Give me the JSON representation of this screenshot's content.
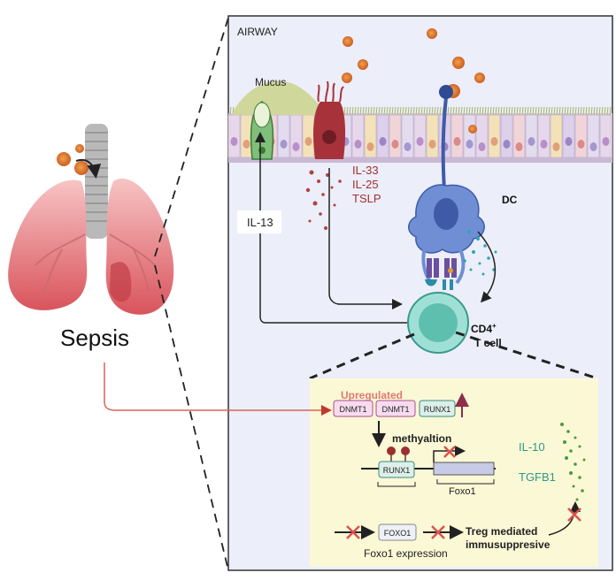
{
  "panel": {
    "airway_label": "AIRWAY"
  },
  "airway": {
    "mucus_label": "Mucus",
    "cytokines": [
      "IL-33",
      "IL-25",
      "TSLP"
    ],
    "il13_label": "IL-13",
    "dc_label": "DC",
    "cd4_label": "CD4",
    "cd4_superscript": "+",
    "tcell_label": "T cell"
  },
  "left": {
    "sepsis_label": "Sepsis"
  },
  "inset": {
    "upregulated_label": "Upregulated",
    "boxes": [
      "DNMT1",
      "DNMT1",
      "RUNX1"
    ],
    "methylation_label": "methyaltion",
    "runx1_gene_label": "RUNX1",
    "foxo1_gene_label": "Foxo1",
    "il10_label": "IL-10",
    "tgfb1_label": "TGFB1",
    "foxo1_box_label": "FOXO1",
    "foxo1_expression_label": "Foxo1 expression",
    "treg_label_line1": "Treg mediated",
    "treg_label_line2": "immusuppresive"
  },
  "colors": {
    "panel_bg": "#eceef9",
    "inset_bg": "#fbf8d6",
    "cytokine_text": "#a2302e",
    "upregulated_text": "#e07a70",
    "teal_text": "#2a9a8a",
    "pink_box": "#f7dcef",
    "teal_box": "#dcefe9",
    "sepsis_arrow": "#d9625a"
  }
}
